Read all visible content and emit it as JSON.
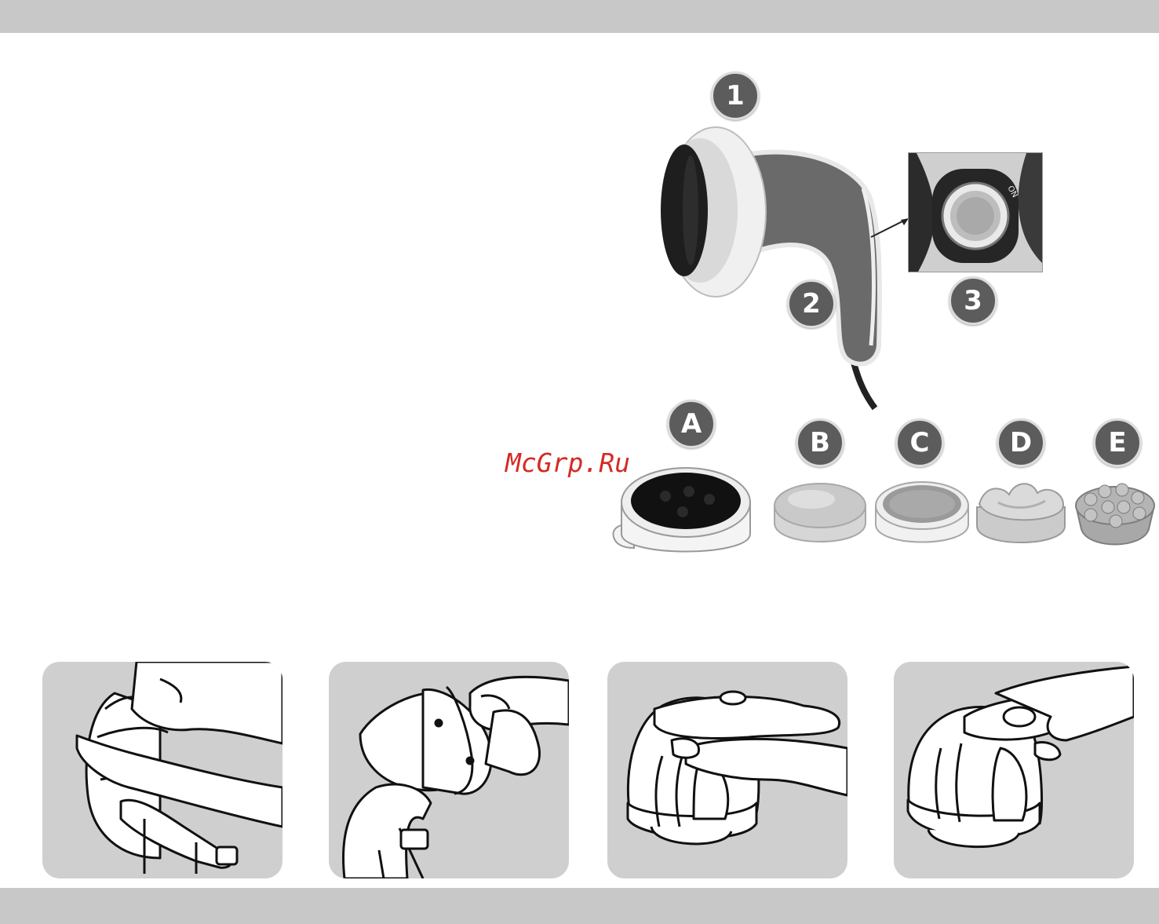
{
  "watermark": "McGrp.Ru",
  "markers": {
    "m1": "1",
    "m2": "2",
    "m3": "3",
    "mA": "A",
    "mB": "B",
    "mC": "C",
    "mD": "D",
    "mE": "E"
  },
  "zoom_switch_text": "ON",
  "colors": {
    "band": "#c8c8c8",
    "marker": "#5c5c5c",
    "panel": "#cfcfcf",
    "watermark": "#d42a24"
  },
  "icons": {
    "device": "massager-device-icon",
    "zoom": "control-dial-icon",
    "attachments": [
      "attachment-a-icon",
      "attachment-b-icon",
      "attachment-c-icon",
      "attachment-d-icon",
      "attachment-e-icon"
    ],
    "steps": [
      "step-1-illustration",
      "step-2-illustration",
      "step-3-illustration",
      "step-4-illustration"
    ]
  }
}
